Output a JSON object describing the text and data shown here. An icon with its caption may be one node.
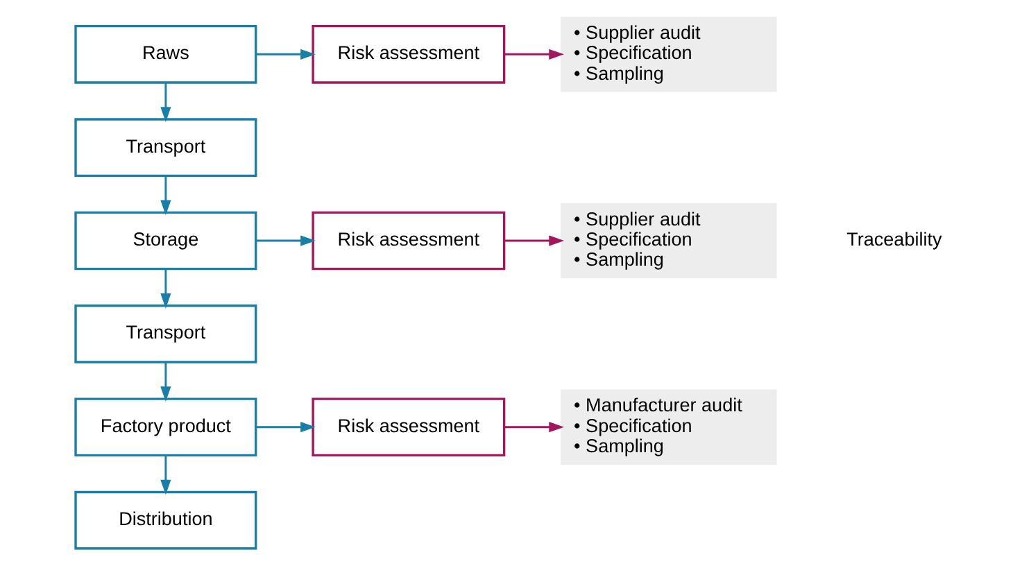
{
  "diagram": {
    "nodes": [
      {
        "text": [
          "Raws"
        ]
      },
      {
        "text": [
          "Transport"
        ]
      },
      {
        "text": [
          "Storage"
        ]
      },
      {
        "text": [
          "Transport"
        ]
      },
      {
        "text": [
          "Factory product"
        ]
      },
      {
        "text": [
          "Distribution"
        ]
      },
      {
        "text": [
          "Risk assessment"
        ]
      },
      {
        "text": [
          "Risk assessment"
        ]
      },
      {
        "text": [
          "Risk assessment"
        ]
      },
      {
        "text": [
          "• Supplier audit",
          "• Specification",
          "• Sampling"
        ]
      },
      {
        "text": [
          "• Supplier audit",
          "• Specification",
          "• Sampling"
        ]
      },
      {
        "text": [
          "• Manufacturer audit",
          "• Specification",
          "• Sampling"
        ]
      }
    ],
    "edges": [
      {
        "from": 0,
        "to": 1,
        "arrow": "to"
      },
      {
        "from": 1,
        "to": 2,
        "arrow": "to"
      },
      {
        "from": 2,
        "to": 3,
        "arrow": "to"
      },
      {
        "from": 3,
        "to": 4,
        "arrow": "to"
      },
      {
        "from": 4,
        "to": 5,
        "arrow": "to"
      },
      {
        "from": 0,
        "to": 6,
        "arrow": "to"
      },
      {
        "from": 2,
        "to": 7,
        "arrow": "to"
      },
      {
        "from": 4,
        "to": 8,
        "arrow": "to"
      },
      {
        "from": 6,
        "to": 9,
        "arrow": "to",
        "color": "#a3175f"
      },
      {
        "from": 7,
        "to": 10,
        "arrow": "to",
        "color": "#a3175f"
      },
      {
        "from": 8,
        "to": 11,
        "arrow": "to",
        "color": "#a3175f"
      }
    ],
    "labels": [
      "Traceability"
    ]
  }
}
